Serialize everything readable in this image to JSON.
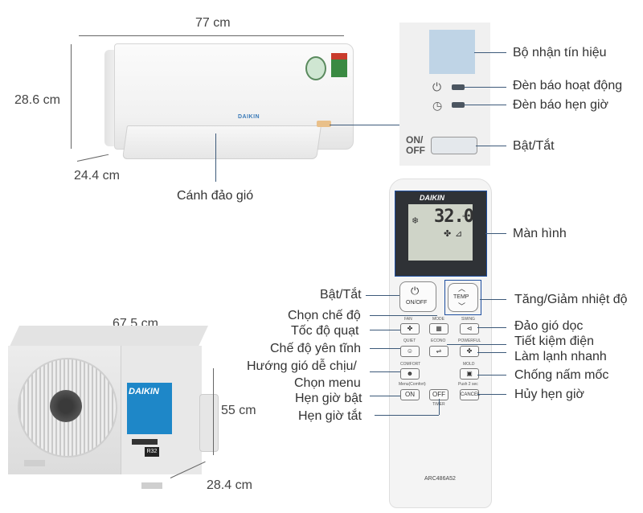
{
  "indoor": {
    "width": "77 cm",
    "height": "28.6 cm",
    "depth": "24.4 cm",
    "flap_label": "Cánh đảo gió"
  },
  "panel": {
    "receiver_label": "Bộ nhận tín hiệu",
    "run_led_label": "Đèn báo hoạt động",
    "timer_led_label": "Đèn báo hẹn giờ",
    "onoff_label": "Bật/Tắt",
    "onoff_text_on": "ON/",
    "onoff_text_off": "OFF"
  },
  "remote": {
    "brand": "DAIKIN",
    "lcd_temp": "32.0",
    "lcd_unit": "°C",
    "screen_label": "Màn hình",
    "onoff_label": "Bật/Tắt",
    "onoff_btn": "ON/OFF",
    "temp_btn": "TEMP",
    "temp_label": "Tăng/Giảm nhiệt độ",
    "mode_label": "Chọn chế độ",
    "fan_label": "Tốc độ quạt",
    "swing_label": "Đảo gió dọc",
    "econo_label": "Tiết kiệm điện",
    "quiet_label": "Chế độ yên tĩnh",
    "powerful_label": "Làm lạnh nhanh",
    "comfort_label": "Hướng gió dễ chịu/",
    "menu_label": "Chọn menu",
    "mold_label": "Chống nấm mốc",
    "timer_on_label": "Hẹn giờ bật",
    "cancel_label": "Hủy hẹn giờ",
    "timer_off_label": "Hẹn giờ tắt",
    "tiny": {
      "fan": "FAN",
      "mode": "MODE",
      "swing": "SWING",
      "quiet": "QUIET",
      "econo": "ECONO",
      "powerful": "POWERFUL",
      "comfort": "COMFORT",
      "mold": "MOLD",
      "menu": "Menu(Comfort)",
      "push": "Push 2 sec",
      "on": "ON",
      "off": "OFF",
      "cancel": "CANCEL",
      "timer": "TIMER"
    },
    "model": "ARC486A52"
  },
  "outdoor": {
    "width": "67.5 cm",
    "height": "55 cm",
    "depth": "28.4 cm",
    "brand": "DAIKIN",
    "refrigerant": "R32"
  }
}
